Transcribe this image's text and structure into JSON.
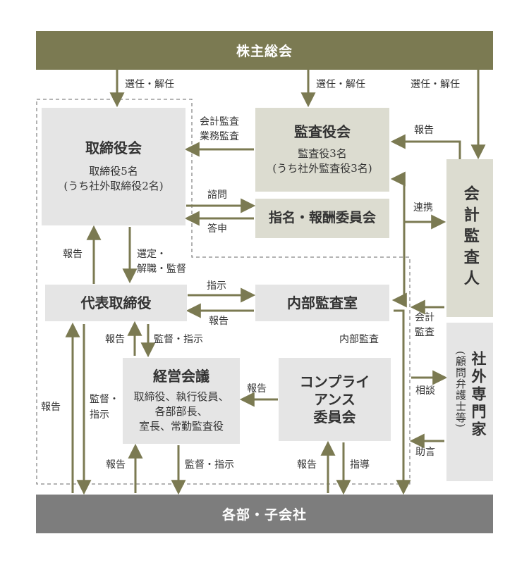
{
  "top_band": "株主総会",
  "bottom_band": "各部・子会社",
  "board": {
    "title": "取締役会",
    "line1": "取締役5名",
    "line2": "(うち社外取締役2名)"
  },
  "audit_board": {
    "title": "監査役会",
    "line1": "監査役3名",
    "line2": "(うち社外監査役3名)"
  },
  "nomination": {
    "title": "指名・報酬委員会"
  },
  "representative": {
    "title": "代表取締役"
  },
  "internal_audit": {
    "title": "内部監査室"
  },
  "management": {
    "title": "経営会議",
    "line1": "取締役、執行役員、",
    "line2": "各部部長、",
    "line3": "室長、常勤監査役"
  },
  "compliance": {
    "line1": "コンプライ",
    "line2": "アンス",
    "line3": "委員会"
  },
  "auditor": {
    "title": "会計監査人"
  },
  "experts": {
    "title": "社外専門家",
    "sub": "(顧問弁護士等)"
  },
  "labels": {
    "elect1": "選任・解任",
    "elect2": "選任・解任",
    "elect3": "選任・解任",
    "acct_audit_1": "会計監査",
    "acct_audit_2": "業務監査",
    "report_auditor_to_audit": "報告",
    "consult": "諮問",
    "answer": "答申",
    "cooperation": "連携",
    "report_rep_to_board": "報告",
    "appoint_1": "選定・",
    "appoint_2": "解職・監督",
    "instruct": "指示",
    "report_ia_to_rep": "報告",
    "report_mgmt_to_rep": "報告",
    "supervise_instruct_1": "監督・指示",
    "internal_audit_label": "内部監査",
    "acct_audit_v1": "会計",
    "acct_audit_v2": "監査",
    "report_left": "報告",
    "supervise_v1": "監督・",
    "supervise_v2": "指示",
    "report_comp_to_mgmt": "報告",
    "consultation": "相談",
    "advice": "助言",
    "report_depts_to_mgmt": "報告",
    "supervise_instruct_2": "監督・指示",
    "report_depts_to_comp": "報告",
    "guidance": "指導"
  },
  "colors": {
    "top_band": "#7b7a52",
    "bottom_band": "#7d7d7d",
    "arrow": "#7b7a52",
    "dashed": "#888888"
  }
}
